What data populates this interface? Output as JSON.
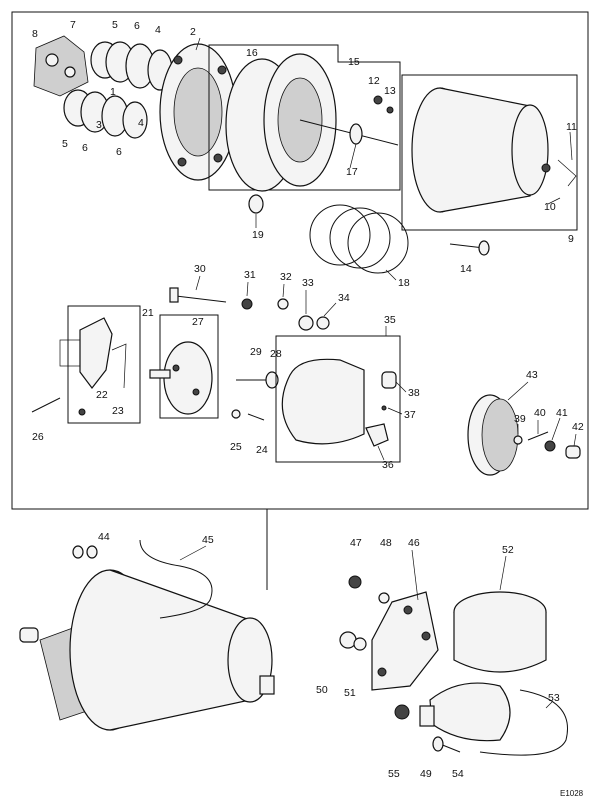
{
  "figure_code": "E1028",
  "callouts": {
    "c1": "1",
    "c2": "2",
    "c3": "3",
    "c4a": "4",
    "c4b": "4",
    "c5a": "5",
    "c5b": "5",
    "c6a": "6",
    "c6b": "6",
    "c6c": "6",
    "c7": "7",
    "c8": "8",
    "c9": "9",
    "c10": "10",
    "c11": "11",
    "c12": "12",
    "c13": "13",
    "c14": "14",
    "c15": "15",
    "c16": "16",
    "c17": "17",
    "c18": "18",
    "c19": "19",
    "c21": "21",
    "c22": "22",
    "c23": "23",
    "c24": "24",
    "c25": "25",
    "c26": "26",
    "c27": "27",
    "c28": "28",
    "c29": "29",
    "c30": "30",
    "c31": "31",
    "c32": "32",
    "c33": "33",
    "c34": "34",
    "c35": "35",
    "c36": "36",
    "c37": "37",
    "c38": "38",
    "c39": "39",
    "c40": "40",
    "c41": "41",
    "c42": "42",
    "c43": "43",
    "c44": "44",
    "c45": "45",
    "c46": "46",
    "c47": "47",
    "c48": "48",
    "c49": "49",
    "c50": "50",
    "c51": "51",
    "c52": "52",
    "c53": "53",
    "c54": "54",
    "c55": "55"
  }
}
